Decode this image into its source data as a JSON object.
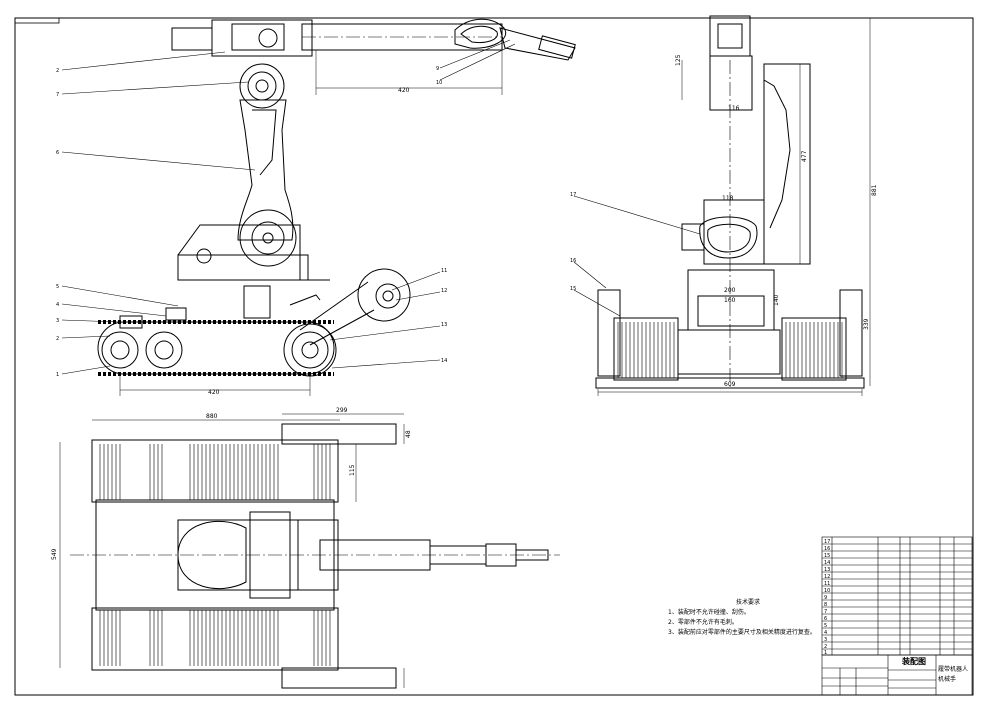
{
  "drawing": {
    "title_cell": "装配图",
    "product_name": "履带机器人",
    "product_sub": "机械手"
  },
  "tech_requirements": {
    "heading": "技术要求",
    "items": [
      "1、装配时不允许碰撞、刮伤。",
      "2、零部件不允许有毛刺。",
      "3、装配前应对零部件的主要尺寸及相关精度进行复查。"
    ]
  },
  "dimensions": {
    "side_length_top": "420",
    "side_length_bottom": "420",
    "front_width": "609",
    "front_h1": "881",
    "front_h2": "477",
    "front_h3": "339",
    "front_gauge": "200",
    "front_inner": "160",
    "front_top": "116",
    "front_mid": "118",
    "front_side": "140",
    "front_small": "125",
    "plan_length": "880",
    "plan_front": "299",
    "plan_width": "549",
    "plan_track": "115",
    "plan_end": "48"
  },
  "side_callouts": [
    "2",
    "7",
    "6",
    "5",
    "4",
    "3",
    "2",
    "1"
  ],
  "side_callouts_right": [
    "11",
    "12",
    "13",
    "14"
  ],
  "arm_callouts": [
    "9",
    "10"
  ],
  "front_callouts": [
    "17",
    "16",
    "15"
  ],
  "bom_rows": [
    "17",
    "16",
    "15",
    "14",
    "13",
    "12",
    "11",
    "10",
    "9",
    "8",
    "7",
    "6",
    "5",
    "4",
    "3",
    "2",
    "1"
  ]
}
